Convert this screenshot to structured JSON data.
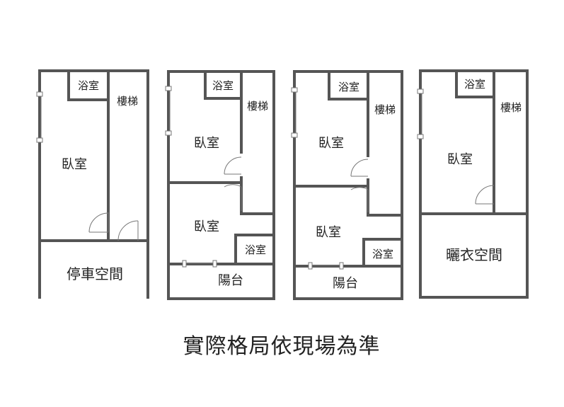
{
  "plans": [
    {
      "rooms": {
        "bath": "浴室",
        "stairs": "樓梯",
        "bedroom": "臥室",
        "parking": "停車空間"
      }
    },
    {
      "rooms": {
        "bath_top": "浴室",
        "stairs": "樓梯",
        "bedroom_top": "臥室",
        "bedroom_bottom": "臥室",
        "bath_bottom": "浴室",
        "balcony": "陽台"
      }
    },
    {
      "rooms": {
        "bath_top": "浴室",
        "stairs": "樓梯",
        "bedroom_top": "臥室",
        "bedroom_bottom": "臥室",
        "bath_bottom": "浴室",
        "balcony": "陽台"
      }
    },
    {
      "rooms": {
        "bath": "浴室",
        "stairs": "樓梯",
        "bedroom": "臥室",
        "drying_area": "曬衣空間"
      }
    }
  ],
  "caption": "實際格局依現場為準",
  "colors": {
    "wall": "#555555",
    "text": "#222222",
    "background": "#ffffff"
  }
}
